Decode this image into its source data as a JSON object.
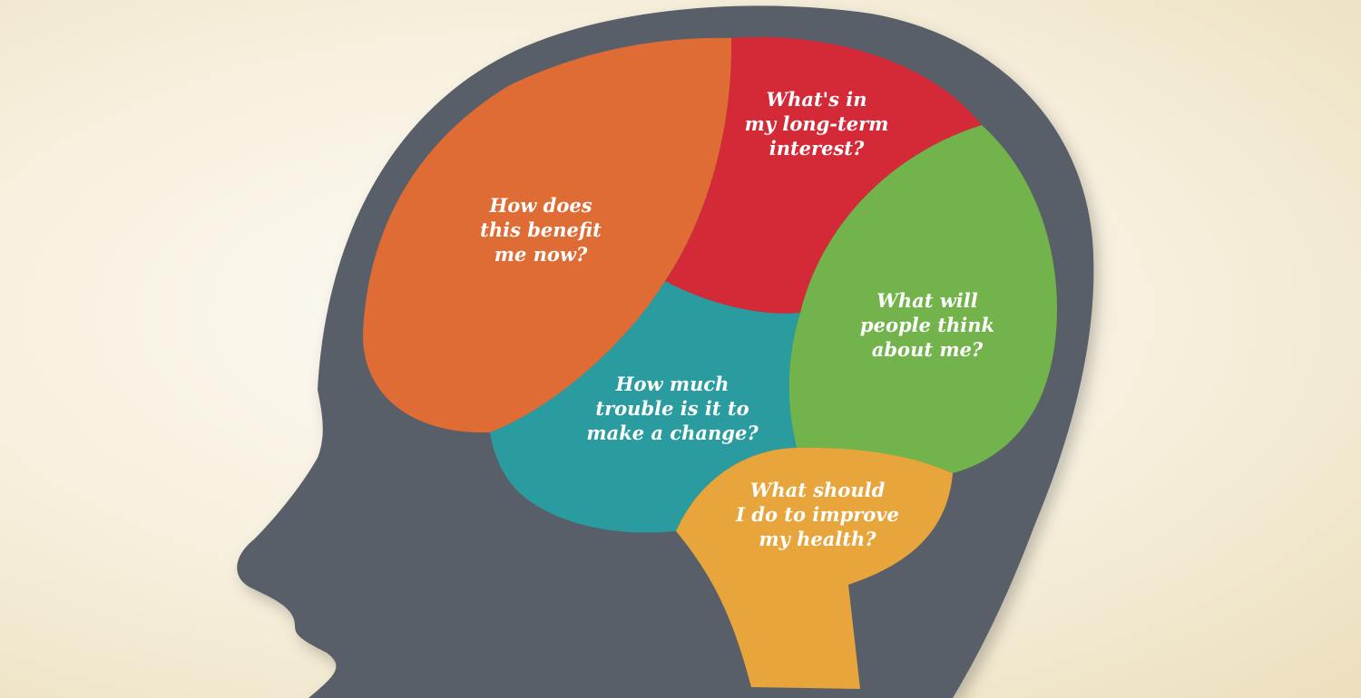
{
  "colors": {
    "background": "#f6efdc",
    "head": "#595e68",
    "orange": "#e06c35",
    "red": "#d42a38",
    "green": "#72b44b",
    "teal": "#2a9ca0",
    "yellow": "#e7a53b",
    "text": "#ffffff"
  },
  "regions": [
    {
      "id": "benefit_now",
      "color": "orange",
      "lines": [
        "How does",
        "this benefit",
        "me now?"
      ]
    },
    {
      "id": "long_term",
      "color": "red",
      "lines": [
        "What's in",
        "my long-term",
        "interest?"
      ]
    },
    {
      "id": "people_think",
      "color": "green",
      "lines": [
        "What will",
        "people think",
        "about me?"
      ]
    },
    {
      "id": "trouble_change",
      "color": "teal",
      "lines": [
        "How much",
        "trouble is it to",
        "make a change?"
      ]
    },
    {
      "id": "improve_health",
      "color": "yellow",
      "lines": [
        "What should",
        "I do to improve",
        "my health?"
      ]
    }
  ]
}
